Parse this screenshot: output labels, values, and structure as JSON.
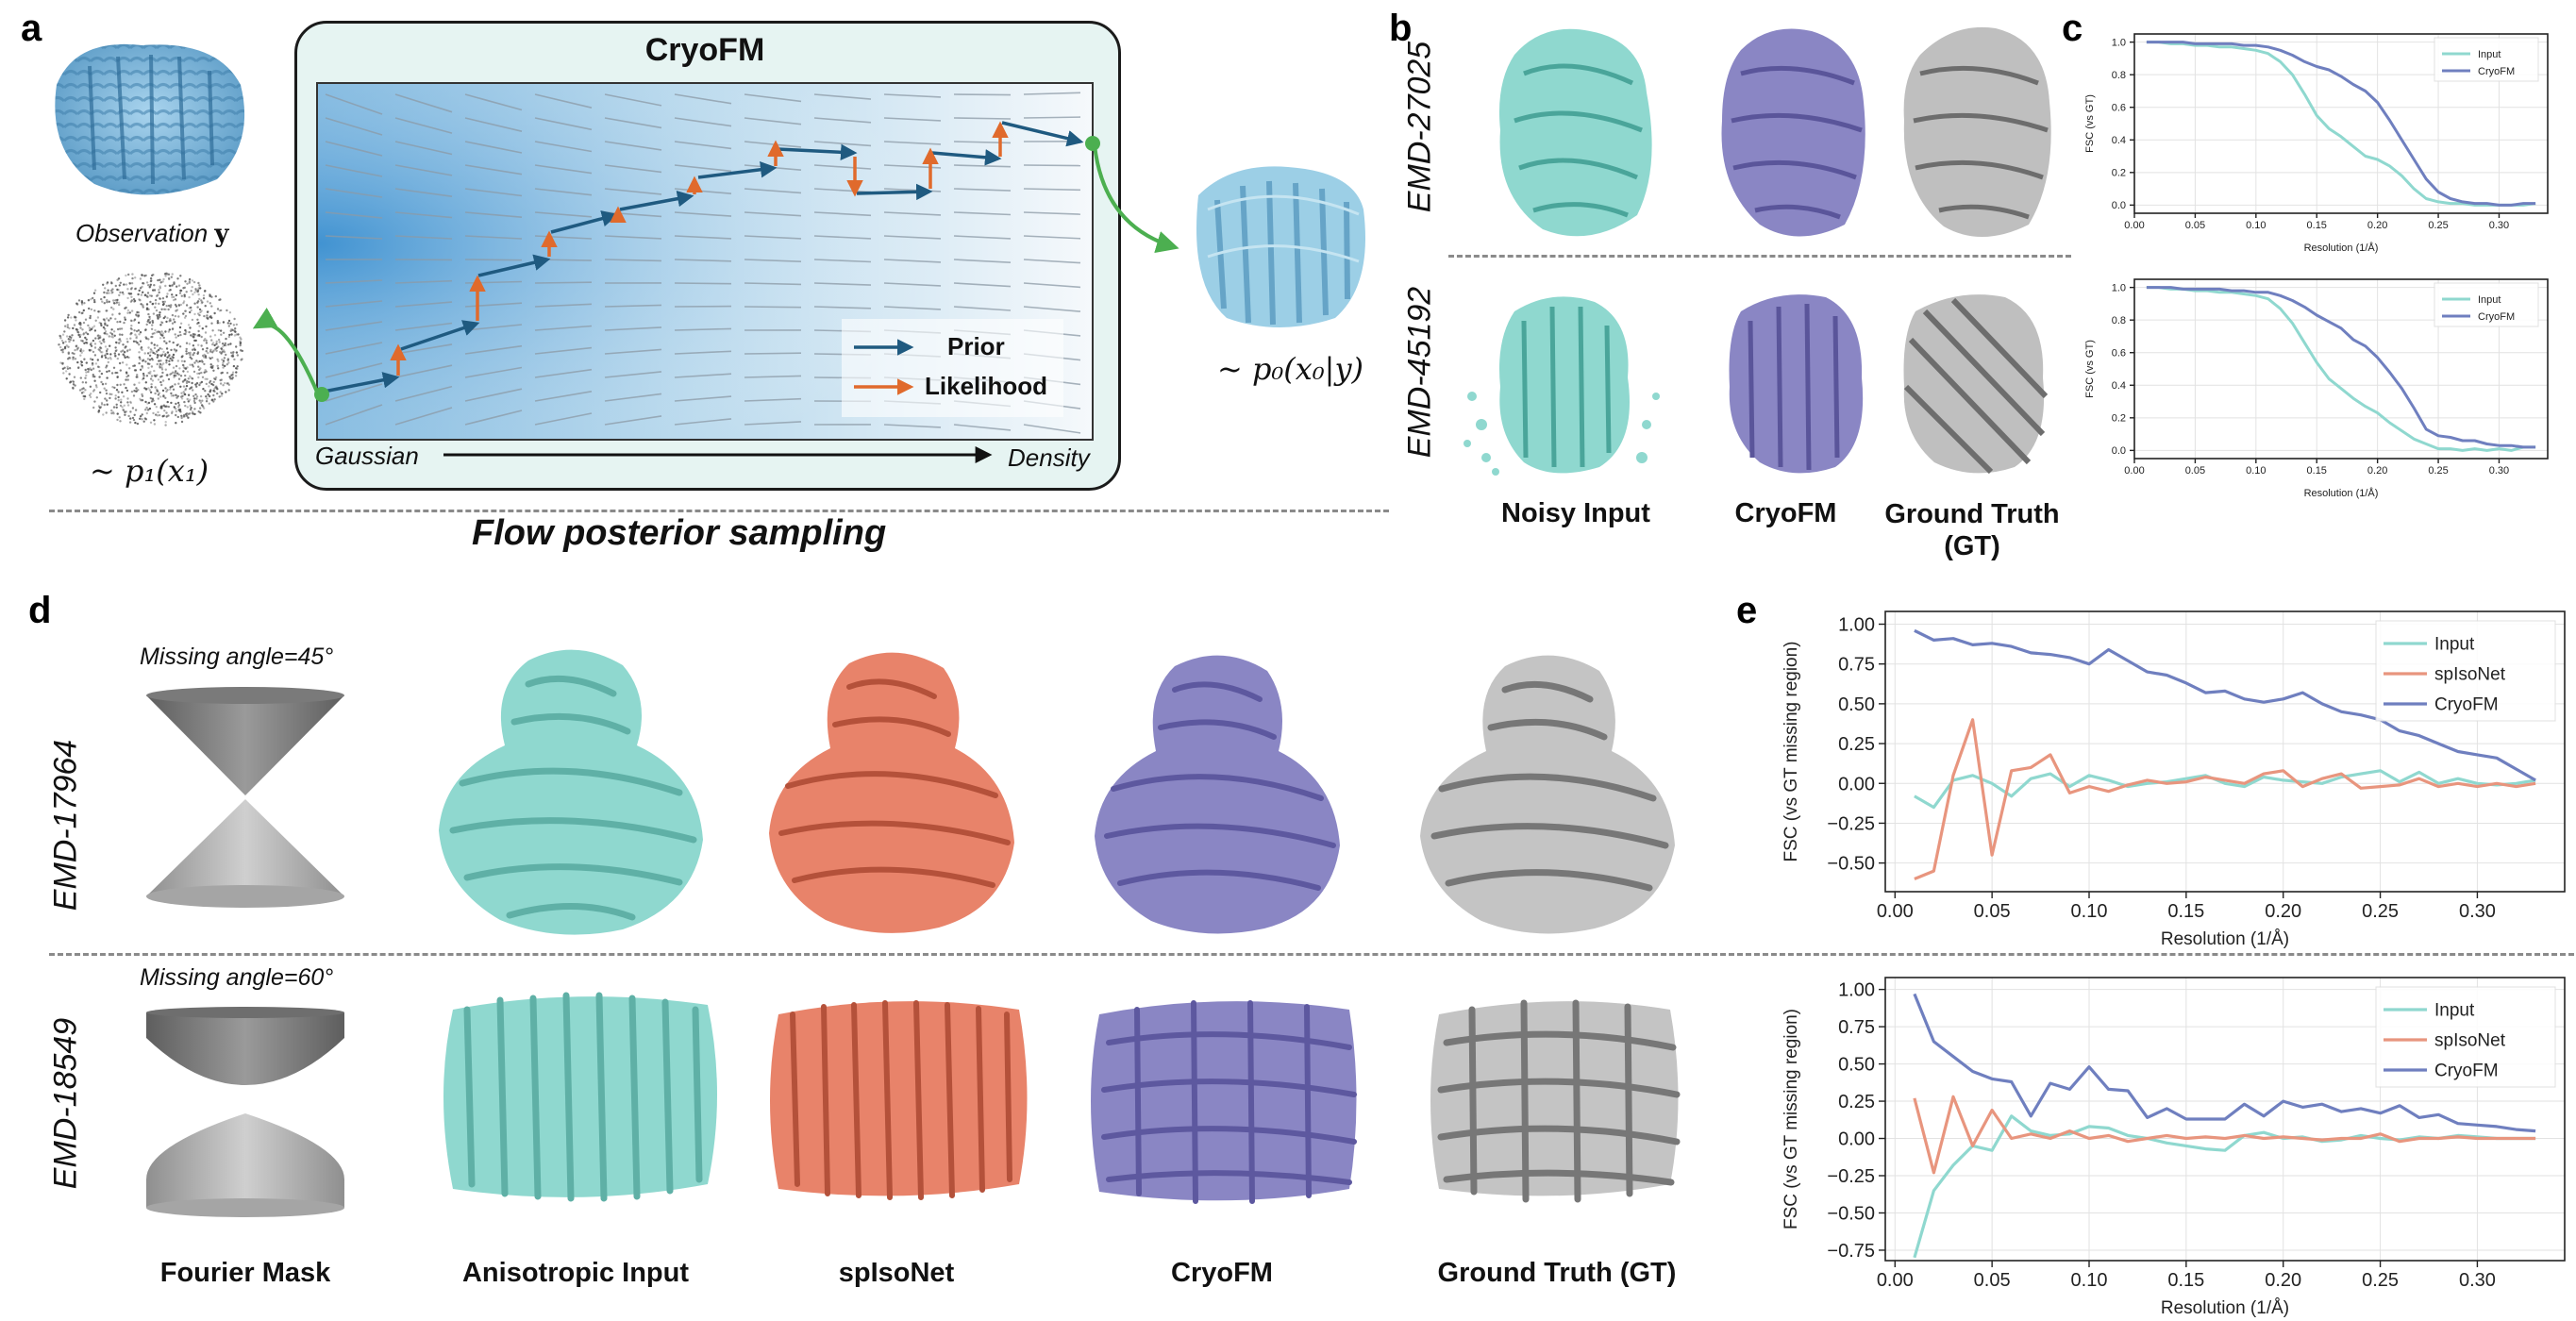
{
  "panels": {
    "a": "a",
    "b": "b",
    "c": "c",
    "d": "d",
    "e": "e"
  },
  "panel_a": {
    "box_title": "CryoFM",
    "observation_label": "Observation",
    "observation_symbol": "y",
    "prior_dist_label": "~ p₁(x₁)",
    "posterior_dist_label": "~ p₀(x₀|y)",
    "legend_prior": "Prior",
    "legend_likelihood": "Likelihood",
    "axis_start": "Gaussian",
    "axis_end": "Density",
    "caption": "Flow posterior sampling",
    "colors": {
      "prior": "#1f5a80",
      "likelihood": "#e06a2c",
      "green": "#4caf50",
      "box_fill": "#e8f5f3"
    }
  },
  "panel_b": {
    "rows": [
      "EMD-27025",
      "EMD-45192"
    ],
    "columns": [
      "Noisy Input",
      "CryoFM",
      "Ground Truth\n(GT)"
    ],
    "col_label_1": "Noisy Input",
    "col_label_2": "CryoFM",
    "col_label_3a": "Ground Truth",
    "col_label_3b": "(GT)"
  },
  "panel_d": {
    "rows": [
      "EMD-17964",
      "EMD-18549"
    ],
    "mask_labels": [
      "Missing angle=45°",
      "Missing angle=60°"
    ],
    "columns": [
      "Fourier Mask",
      "Anisotropic Input",
      "spIsoNet",
      "CryoFM",
      "Ground Truth (GT)"
    ]
  },
  "colors": {
    "input": "#8fd8cf",
    "spisonet": "#e8836a",
    "cryofm": "#8a86c4",
    "gt": "#bfbfbf"
  },
  "chart_data": [
    {
      "id": "c1",
      "type": "line",
      "xlabel": "Resolution (1/Å)",
      "ylabel": "FSC (vs GT)",
      "xlim": [
        0,
        0.34
      ],
      "ylim": [
        -0.05,
        1.05
      ],
      "xticks": [
        0.0,
        0.05,
        0.1,
        0.15,
        0.2,
        0.25,
        0.3
      ],
      "xtick_labels": [
        "0.00",
        "0.05",
        "0.10",
        "0.15",
        "0.20",
        "0.25",
        "0.30"
      ],
      "yticks": [
        0.0,
        0.2,
        0.4,
        0.6,
        0.8,
        1.0
      ],
      "ytick_labels": [
        "0.0",
        "0.2",
        "0.4",
        "0.6",
        "0.8",
        "1.0"
      ],
      "grid": true,
      "legend": "top-right",
      "x": [
        0.01,
        0.02,
        0.03,
        0.04,
        0.05,
        0.06,
        0.07,
        0.08,
        0.09,
        0.1,
        0.11,
        0.12,
        0.13,
        0.14,
        0.15,
        0.16,
        0.17,
        0.18,
        0.19,
        0.2,
        0.21,
        0.22,
        0.23,
        0.24,
        0.25,
        0.26,
        0.27,
        0.28,
        0.29,
        0.3,
        0.31,
        0.32,
        0.33
      ],
      "series": [
        {
          "name": "Input",
          "color": "#8fd8cf",
          "values": [
            1.0,
            1.0,
            0.99,
            0.99,
            0.98,
            0.98,
            0.97,
            0.97,
            0.96,
            0.95,
            0.93,
            0.88,
            0.8,
            0.68,
            0.55,
            0.47,
            0.42,
            0.36,
            0.3,
            0.28,
            0.24,
            0.18,
            0.1,
            0.04,
            0.02,
            0.01,
            0.01,
            0.0,
            0.0,
            0.0,
            0.0,
            0.0,
            0.01
          ]
        },
        {
          "name": "CryoFM",
          "color": "#6f7fbf",
          "values": [
            1.0,
            1.0,
            1.0,
            1.0,
            0.99,
            0.99,
            0.99,
            0.99,
            0.98,
            0.98,
            0.97,
            0.95,
            0.92,
            0.88,
            0.85,
            0.83,
            0.79,
            0.74,
            0.7,
            0.63,
            0.52,
            0.4,
            0.28,
            0.16,
            0.08,
            0.04,
            0.02,
            0.01,
            0.01,
            0.0,
            0.0,
            0.01,
            0.01
          ]
        }
      ]
    },
    {
      "id": "c2",
      "type": "line",
      "xlabel": "Resolution (1/Å)",
      "ylabel": "FSC (vs GT)",
      "xlim": [
        0,
        0.34
      ],
      "ylim": [
        -0.05,
        1.05
      ],
      "xticks": [
        0.0,
        0.05,
        0.1,
        0.15,
        0.2,
        0.25,
        0.3
      ],
      "xtick_labels": [
        "0.00",
        "0.05",
        "0.10",
        "0.15",
        "0.20",
        "0.25",
        "0.30"
      ],
      "yticks": [
        0.0,
        0.2,
        0.4,
        0.6,
        0.8,
        1.0
      ],
      "ytick_labels": [
        "0.0",
        "0.2",
        "0.4",
        "0.6",
        "0.8",
        "1.0"
      ],
      "grid": true,
      "legend": "top-right",
      "x": [
        0.01,
        0.02,
        0.03,
        0.04,
        0.05,
        0.06,
        0.07,
        0.08,
        0.09,
        0.1,
        0.11,
        0.12,
        0.13,
        0.14,
        0.15,
        0.16,
        0.17,
        0.18,
        0.19,
        0.2,
        0.21,
        0.22,
        0.23,
        0.24,
        0.25,
        0.26,
        0.27,
        0.28,
        0.29,
        0.3,
        0.31,
        0.32,
        0.33
      ],
      "series": [
        {
          "name": "Input",
          "color": "#8fd8cf",
          "values": [
            1.0,
            1.0,
            0.99,
            0.99,
            0.98,
            0.98,
            0.97,
            0.97,
            0.96,
            0.95,
            0.93,
            0.87,
            0.78,
            0.66,
            0.54,
            0.44,
            0.38,
            0.32,
            0.27,
            0.23,
            0.17,
            0.12,
            0.07,
            0.04,
            0.01,
            0.01,
            0.0,
            0.01,
            0.0,
            0.01,
            0.0,
            0.02,
            0.02
          ]
        },
        {
          "name": "CryoFM",
          "color": "#6f7fbf",
          "values": [
            1.0,
            1.0,
            1.0,
            0.99,
            0.99,
            0.99,
            0.99,
            0.98,
            0.98,
            0.97,
            0.97,
            0.95,
            0.92,
            0.88,
            0.83,
            0.79,
            0.75,
            0.68,
            0.64,
            0.57,
            0.48,
            0.38,
            0.26,
            0.13,
            0.09,
            0.08,
            0.06,
            0.06,
            0.04,
            0.03,
            0.03,
            0.02,
            0.02
          ]
        }
      ]
    },
    {
      "id": "e1",
      "type": "line",
      "xlabel": "Resolution (1/Å)",
      "ylabel": "FSC (vs GT missing region)",
      "xlim": [
        -0.005,
        0.345
      ],
      "ylim": [
        -0.68,
        1.08
      ],
      "xticks": [
        0.0,
        0.05,
        0.1,
        0.15,
        0.2,
        0.25,
        0.3
      ],
      "xtick_labels": [
        "0.00",
        "0.05",
        "0.10",
        "0.15",
        "0.20",
        "0.25",
        "0.30"
      ],
      "yticks": [
        -0.5,
        -0.25,
        0.0,
        0.25,
        0.5,
        0.75,
        1.0
      ],
      "ytick_labels": [
        "−0.50",
        "−0.25",
        "0.00",
        "0.25",
        "0.50",
        "0.75",
        "1.00"
      ],
      "grid": true,
      "legend": "top-right",
      "x": [
        0.01,
        0.02,
        0.03,
        0.04,
        0.05,
        0.06,
        0.07,
        0.08,
        0.09,
        0.1,
        0.11,
        0.12,
        0.13,
        0.14,
        0.15,
        0.16,
        0.17,
        0.18,
        0.19,
        0.2,
        0.21,
        0.22,
        0.23,
        0.24,
        0.25,
        0.26,
        0.27,
        0.28,
        0.29,
        0.3,
        0.31,
        0.32,
        0.33
      ],
      "series": [
        {
          "name": "Input",
          "color": "#8fd8cf",
          "values": [
            -0.08,
            -0.15,
            0.02,
            0.05,
            0.0,
            -0.08,
            0.03,
            0.06,
            -0.02,
            0.05,
            0.02,
            -0.02,
            0.0,
            0.01,
            0.03,
            0.05,
            0.0,
            -0.02,
            0.04,
            0.02,
            0.01,
            0.0,
            0.04,
            0.06,
            0.08,
            0.01,
            0.07,
            0.0,
            0.03,
            0.0,
            -0.01,
            0.0,
            0.02
          ]
        },
        {
          "name": "spIsoNet",
          "color": "#e8957e",
          "values": [
            -0.6,
            -0.55,
            0.05,
            0.4,
            -0.45,
            0.08,
            0.1,
            0.18,
            -0.06,
            -0.02,
            -0.05,
            -0.01,
            0.02,
            0.0,
            0.01,
            0.04,
            0.02,
            0.0,
            0.06,
            0.08,
            -0.02,
            0.03,
            0.06,
            -0.03,
            -0.02,
            -0.01,
            0.03,
            -0.02,
            0.0,
            -0.02,
            0.0,
            -0.02,
            0.0
          ]
        },
        {
          "name": "CryoFM",
          "color": "#6f7fbf",
          "values": [
            0.96,
            0.9,
            0.91,
            0.87,
            0.88,
            0.86,
            0.82,
            0.81,
            0.79,
            0.75,
            0.84,
            0.77,
            0.7,
            0.68,
            0.63,
            0.57,
            0.58,
            0.53,
            0.51,
            0.53,
            0.57,
            0.5,
            0.45,
            0.43,
            0.4,
            0.33,
            0.3,
            0.25,
            0.2,
            0.18,
            0.16,
            0.09,
            0.02
          ]
        }
      ]
    },
    {
      "id": "e2",
      "type": "line",
      "xlabel": "Resolution (1/Å)",
      "ylabel": "FSC (vs GT missing region)",
      "xlim": [
        -0.005,
        0.345
      ],
      "ylim": [
        -0.82,
        1.08
      ],
      "xticks": [
        0.0,
        0.05,
        0.1,
        0.15,
        0.2,
        0.25,
        0.3
      ],
      "xtick_labels": [
        "0.00",
        "0.05",
        "0.10",
        "0.15",
        "0.20",
        "0.25",
        "0.30"
      ],
      "yticks": [
        -0.75,
        -0.5,
        -0.25,
        0.0,
        0.25,
        0.5,
        0.75,
        1.0
      ],
      "ytick_labels": [
        "−0.75",
        "−0.50",
        "−0.25",
        "0.00",
        "0.25",
        "0.50",
        "0.75",
        "1.00"
      ],
      "grid": true,
      "legend": "top-right",
      "x": [
        0.01,
        0.02,
        0.03,
        0.04,
        0.05,
        0.06,
        0.07,
        0.08,
        0.09,
        0.1,
        0.11,
        0.12,
        0.13,
        0.14,
        0.15,
        0.16,
        0.17,
        0.18,
        0.19,
        0.2,
        0.21,
        0.22,
        0.23,
        0.24,
        0.25,
        0.26,
        0.27,
        0.28,
        0.29,
        0.3,
        0.31,
        0.32,
        0.33
      ],
      "series": [
        {
          "name": "Input",
          "color": "#8fd8cf",
          "values": [
            -0.8,
            -0.35,
            -0.18,
            -0.05,
            -0.08,
            0.15,
            0.05,
            0.02,
            0.03,
            0.08,
            0.07,
            0.02,
            0.0,
            -0.03,
            -0.05,
            -0.07,
            -0.08,
            0.02,
            0.04,
            0.0,
            0.01,
            -0.02,
            -0.01,
            0.02,
            0.0,
            -0.01,
            0.01,
            0.0,
            0.02,
            0.01,
            0.0,
            0.0,
            0.0
          ]
        },
        {
          "name": "spIsoNet",
          "color": "#e8957e",
          "values": [
            0.27,
            -0.23,
            0.28,
            -0.05,
            0.19,
            0.0,
            0.03,
            0.0,
            0.05,
            0.0,
            0.02,
            -0.02,
            0.0,
            0.02,
            0.0,
            0.01,
            0.0,
            0.02,
            0.0,
            0.01,
            0.0,
            -0.01,
            0.0,
            0.0,
            0.03,
            -0.02,
            0.0,
            0.0,
            0.01,
            0.0,
            0.0,
            0.0,
            0.0
          ]
        },
        {
          "name": "CryoFM",
          "color": "#6f7fbf",
          "values": [
            0.97,
            0.65,
            0.55,
            0.45,
            0.4,
            0.38,
            0.15,
            0.37,
            0.33,
            0.48,
            0.33,
            0.32,
            0.14,
            0.2,
            0.13,
            0.13,
            0.13,
            0.23,
            0.15,
            0.25,
            0.21,
            0.23,
            0.18,
            0.2,
            0.17,
            0.22,
            0.14,
            0.16,
            0.1,
            0.09,
            0.08,
            0.06,
            0.05
          ]
        }
      ]
    }
  ]
}
